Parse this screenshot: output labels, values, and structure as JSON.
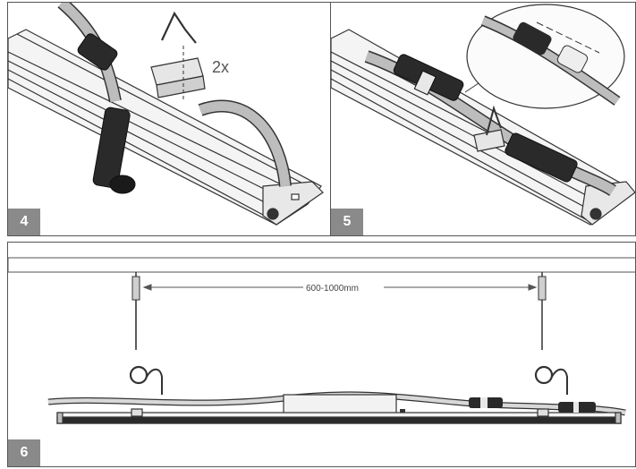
{
  "panels": [
    {
      "step": "4",
      "annotation": "2x"
    },
    {
      "step": "5"
    },
    {
      "step": "6",
      "dimension": "600-1000mm"
    }
  ],
  "colors": {
    "line": "#333333",
    "step_badge": "#8a8a8a",
    "fill_light": "#f2f2f2",
    "fill_mid": "#bdbdbd",
    "fill_dark": "#2a2a2a"
  }
}
